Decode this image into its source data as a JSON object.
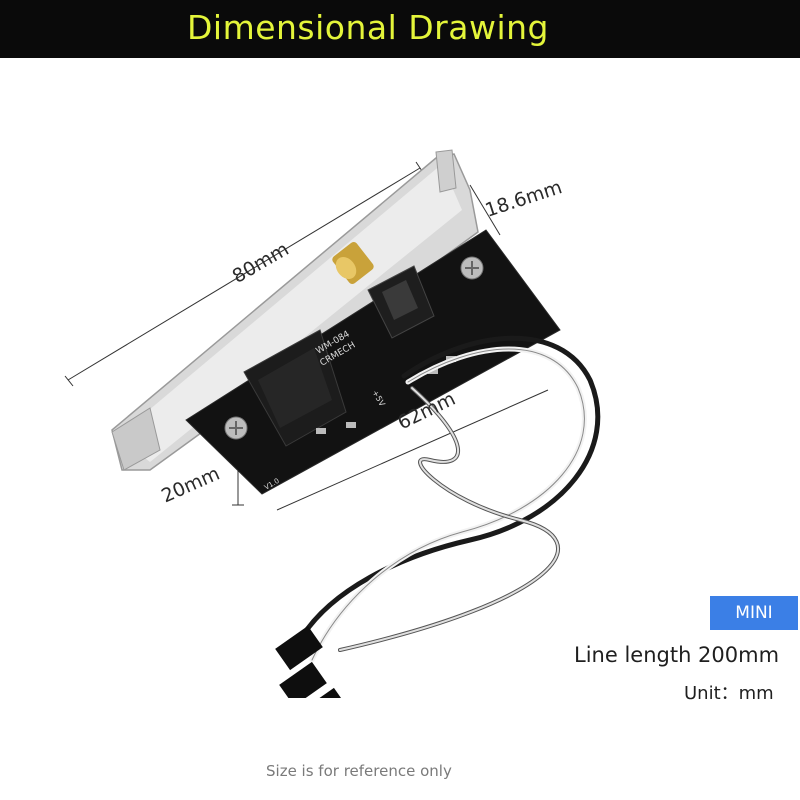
{
  "header": {
    "title": "Dimensional Drawing"
  },
  "dimensions": {
    "length": "80mm",
    "height": "18.6mm",
    "board_width": "62mm",
    "board_height": "20mm"
  },
  "board_markings": {
    "model": "WM-084",
    "brand": "CRMECH",
    "voltage": "+5V",
    "version": "V1.0"
  },
  "badge": {
    "label": "MINI"
  },
  "specs": {
    "line_length": "Line length 200mm",
    "unit": "Unit：mm"
  },
  "footnote": "Size is for reference only",
  "colors": {
    "header_bg": "#0a0a0a",
    "header_text": "#e4f53a",
    "badge_bg": "#3b7fe6"
  }
}
